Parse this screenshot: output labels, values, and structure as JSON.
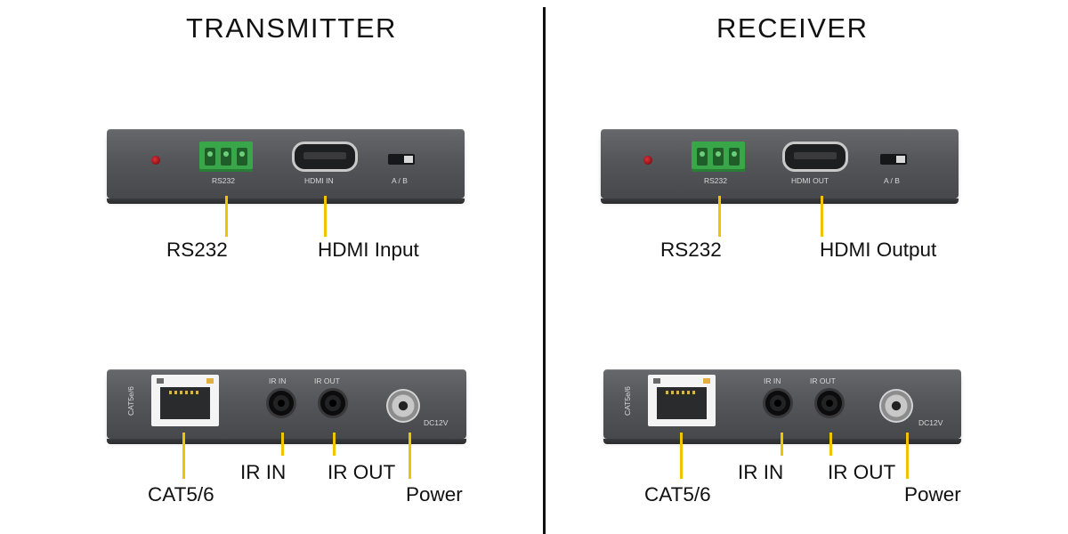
{
  "transmitter": {
    "title": "TRANSMITTER",
    "front": {
      "port_labels": {
        "rs232": "RS232",
        "hdmi": "HDMI IN",
        "switch": "A / B"
      },
      "callouts": {
        "rs232": "RS232",
        "hdmi": "HDMI Input"
      }
    },
    "back": {
      "port_labels": {
        "cat": "CAT5e/6",
        "ir_in": "IR IN",
        "ir_out": "IR OUT",
        "dc": "DC12V"
      },
      "callouts": {
        "cat": "CAT5/6",
        "ir_in": "IR IN",
        "ir_out": "IR OUT",
        "power": "Power"
      }
    }
  },
  "receiver": {
    "title": "RECEIVER",
    "front": {
      "port_labels": {
        "rs232": "RS232",
        "hdmi": "HDMI OUT",
        "switch": "A / B"
      },
      "callouts": {
        "rs232": "RS232",
        "hdmi": "HDMI Output"
      }
    },
    "back": {
      "port_labels": {
        "cat": "CAT5e/6",
        "ir_in": "IR IN",
        "ir_out": "IR OUT",
        "dc": "DC12V"
      },
      "callouts": {
        "cat": "CAT5/6",
        "ir_in": "IR IN",
        "ir_out": "IR OUT",
        "power": "Power"
      }
    }
  },
  "colors": {
    "leader_line": "#f2c300",
    "device_body": "#55575b",
    "divider": "#111111"
  }
}
